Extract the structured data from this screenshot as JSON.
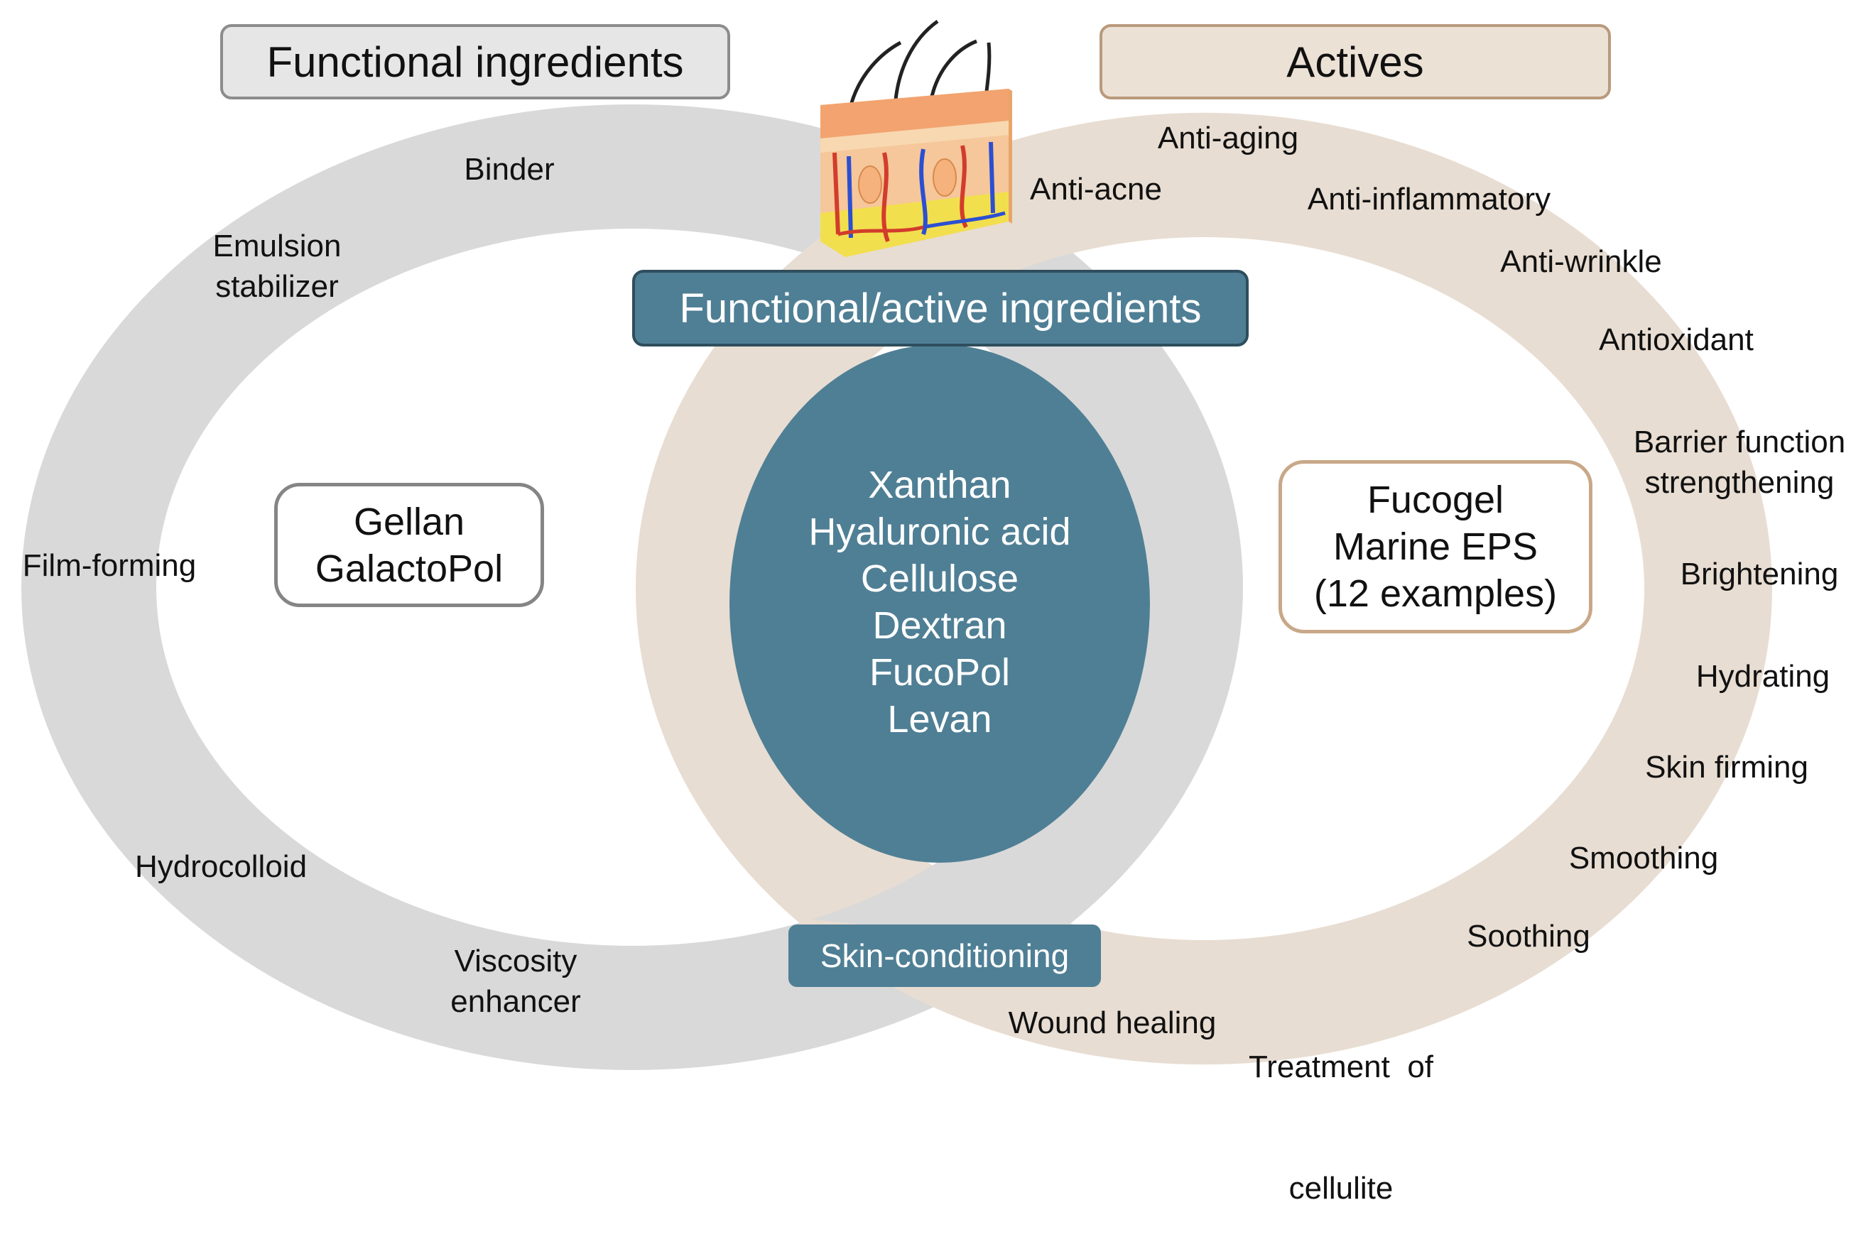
{
  "functional": {
    "title": "Functional ingredients",
    "ring_color": "#d9d9d9",
    "header_fill": "#e6e6e6",
    "labels": {
      "binder": "Binder",
      "emulsion": [
        "Emulsion",
        "stabilizer"
      ],
      "film": "Film-forming",
      "hydrocolloid": "Hydrocolloid",
      "viscosity": [
        "Viscosity",
        "enhancer"
      ]
    },
    "box": [
      "Gellan",
      "GalactoPol"
    ]
  },
  "actives": {
    "title": "Actives",
    "ring_color": "#e8ddd2",
    "header_fill": "#ece1d5",
    "labels": {
      "anti_aging": "Anti-aging",
      "anti_acne": "Anti-acne",
      "anti_inflammatory": "Anti-inflammatory",
      "anti_wrinkle": "Anti-wrinkle",
      "antioxidant": "Antioxidant",
      "barrier": [
        "Barrier function",
        "strengthening"
      ],
      "brightening": "Brightening",
      "hydrating": "Hydrating",
      "firming": "Skin firming",
      "smoothing": "Smoothing",
      "soothing": "Soothing",
      "cellulite": [
        "Treatment  of",
        "cellulite"
      ],
      "wound": "Wound healing"
    },
    "box": [
      "Fucogel",
      "Marine EPS",
      "(12 examples)"
    ]
  },
  "center": {
    "title": "Functional/active ingredients",
    "color": "#4f7f95",
    "items": [
      "Xanthan",
      "Hyaluronic acid",
      "Cellulose",
      "Dextran",
      "FucoPol",
      "Levan"
    ]
  },
  "skin_conditioning": "Skin-conditioning",
  "skin_icon": "skin-cross-section-icon"
}
